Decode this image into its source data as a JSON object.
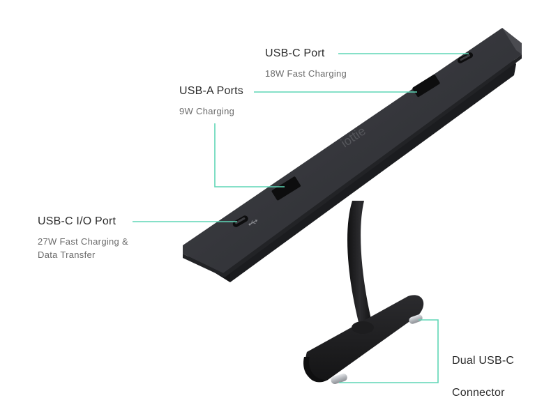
{
  "brand": {
    "logo_text": "iottie"
  },
  "callouts": {
    "usbc_port": {
      "title": "USB-C Port",
      "subtitle": "18W Fast Charging"
    },
    "usba_ports": {
      "title": "USB-A Ports",
      "subtitle": "9W Charging"
    },
    "usbc_io": {
      "title": "USB-C I/O Port",
      "subtitle_line1": "27W Fast Charging &",
      "subtitle_line2": "Data Transfer"
    },
    "dual_usbc": {
      "title_line1": "Dual USB-C",
      "title_line2": "Connector"
    }
  },
  "colors": {
    "leader_line": "#5fd6b6",
    "hub_body": "#2e2f33",
    "hub_top": "#3a3b40",
    "hub_edge": "#1b1c1f",
    "port_hole": "#0d0d0e",
    "connector_metal": "#c9ccd1"
  },
  "icons": [
    "usb-icon"
  ]
}
